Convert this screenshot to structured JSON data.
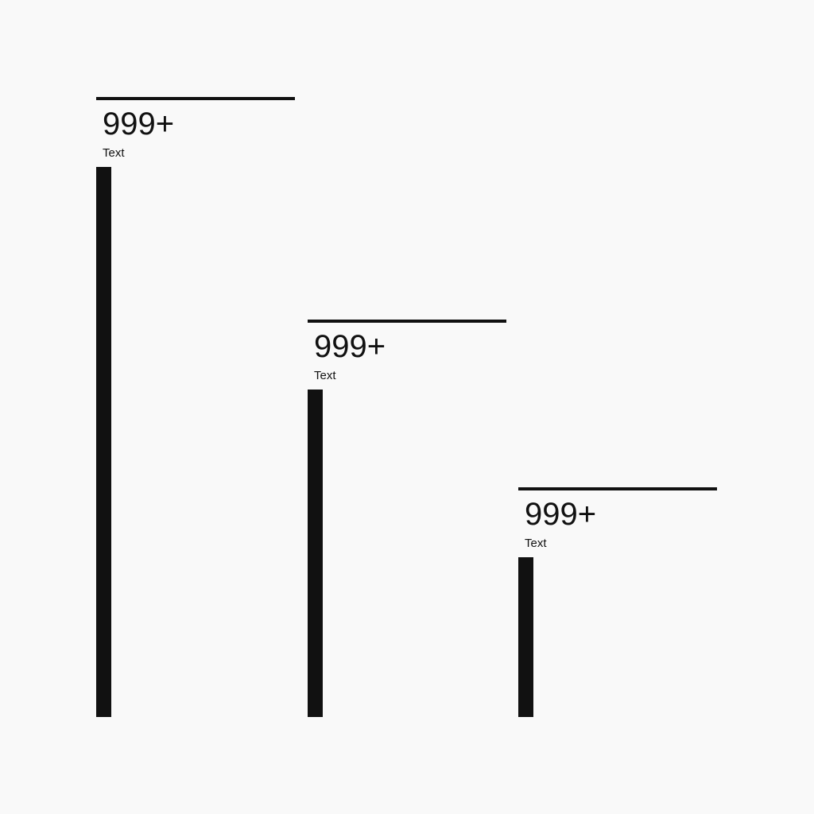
{
  "chart_data": {
    "type": "bar",
    "title": "",
    "xlabel": "",
    "ylabel": "",
    "categories": [
      "Text",
      "Text",
      "Text"
    ],
    "value_labels": [
      "999+",
      "999+",
      "999+"
    ],
    "values": [
      100,
      59.5,
      29
    ],
    "ylim": [
      0,
      100
    ],
    "grid": false,
    "legend": "none",
    "colors": {
      "bar": "#111111",
      "background": "#f9f9f9",
      "text": "#111111"
    }
  }
}
